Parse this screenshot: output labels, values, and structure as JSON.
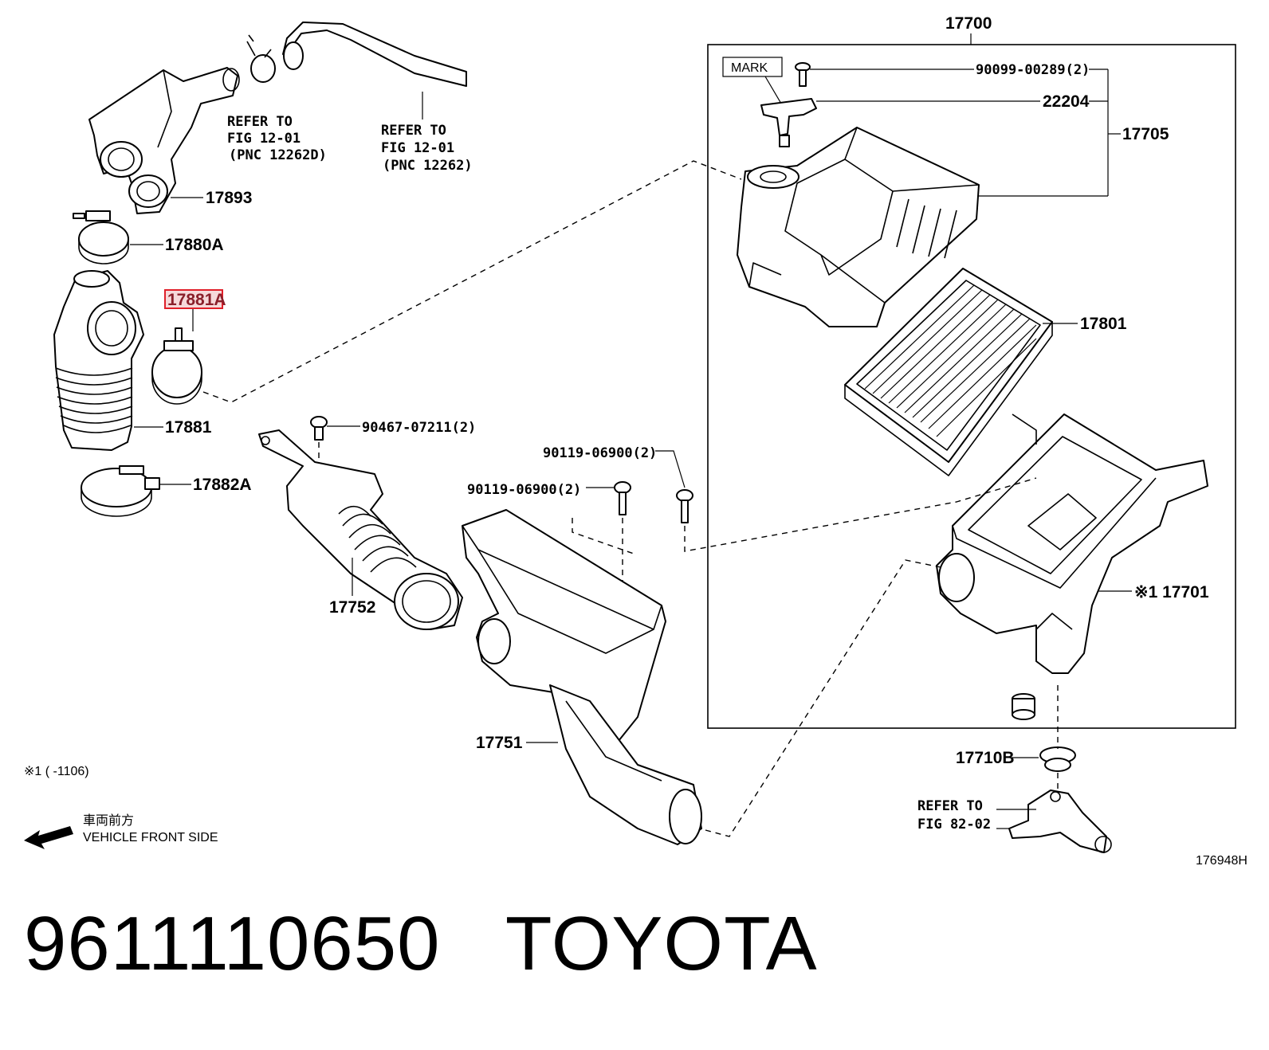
{
  "diagram_id": "176948H",
  "caption": {
    "part_number": "9611110650",
    "brand": "TOYOTA"
  },
  "labels": {
    "p17700": "17700",
    "mark": "MARK",
    "p90099": "90099-00289(2)",
    "p22204": "22204",
    "p17705": "17705",
    "p17801": "17801",
    "p17701": "※1 17701",
    "p17710B": "17710B",
    "p17893": "17893",
    "p17880A": "17880A",
    "p17881A": "17881A",
    "p17881": "17881",
    "p17882A": "17882A",
    "p90467": "90467-07211(2)",
    "p90119a": "90119-06900(2)",
    "p90119b": "90119-06900(2)",
    "p17752": "17752",
    "p17751": "17751"
  },
  "refers": {
    "r1": [
      "REFER TO",
      "FIG 12-01",
      "(PNC 12262D)"
    ],
    "r2": [
      "REFER TO",
      "FIG 12-01",
      "(PNC 12262)"
    ],
    "r3": [
      "REFER TO",
      "FIG 82-02"
    ]
  },
  "notes": {
    "footnote": "※1 (      -1106)",
    "front_jp": "車両前方",
    "front_en": "VEHICLE FRONT SIDE"
  },
  "highlight_color": "#e0202a"
}
